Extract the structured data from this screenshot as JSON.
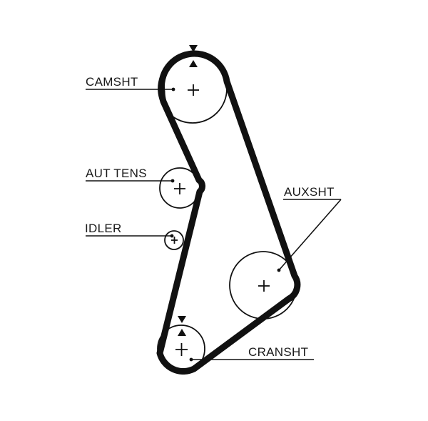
{
  "labels": {
    "camshaft": "CAMSHT",
    "auto_tensioner": "AUT TENS",
    "idler": "IDLER",
    "auxiliary_shaft": "AUXSHT",
    "crankshaft": "CRANSHT"
  }
}
